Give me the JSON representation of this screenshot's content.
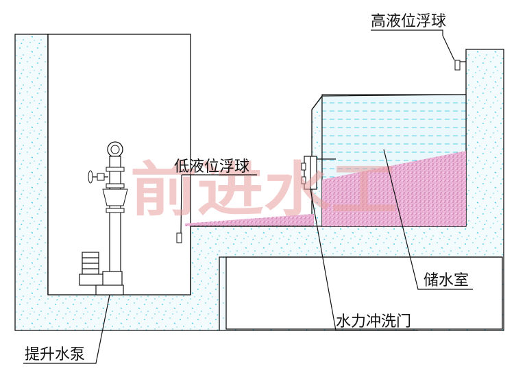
{
  "labels": {
    "high_float": "高液位浮球",
    "low_float": "低液位浮球",
    "storage_room": "储水室",
    "flush_gate": "水力冲洗门",
    "lift_pump": "提升水泵"
  },
  "watermark": "前进水工",
  "colors": {
    "concrete_fill": "#f4fbfd",
    "concrete_dots": "#38c8e6",
    "water": "#dff4fb",
    "water_lines": "#38c8e6",
    "sediment": "#e6a7cf",
    "outline": "#111111"
  },
  "icons": [
    "float-switch-icon",
    "pump-motor-icon",
    "valve-handwheel-icon",
    "gate-icon"
  ]
}
